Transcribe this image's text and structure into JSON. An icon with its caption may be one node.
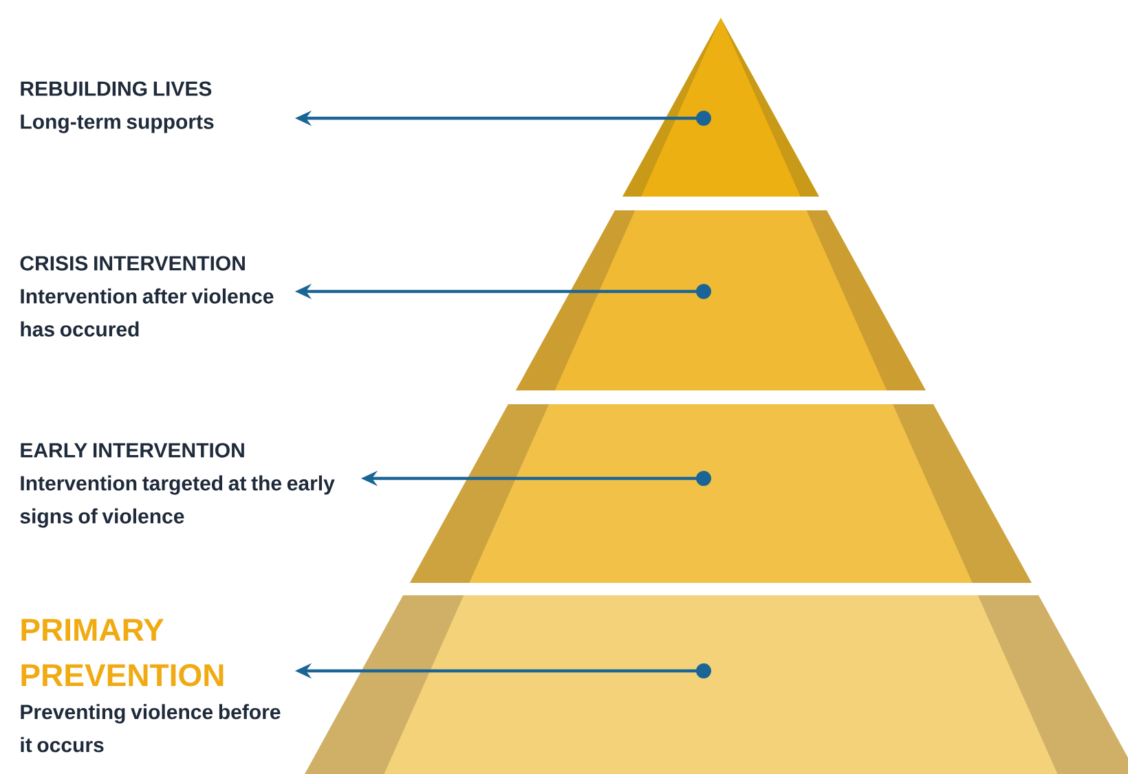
{
  "diagram": {
    "nodes": [
      {
        "text": [
          "REBUILDING LIVES",
          "Long-term supports"
        ]
      },
      {
        "text": [
          "CRISIS INTERVENTION",
          "Intervention after violence has occured"
        ]
      },
      {
        "text": [
          "EARLY INTERVENTION",
          "Intervention targeted at the early signs of violence"
        ]
      },
      {
        "text": [
          "PRIMARY PREVENTION",
          "Preventing violence before it occurs"
        ]
      },
      {
        "text": [],
        "shape": "triangle"
      },
      {
        "text": [],
        "shape": "trapezoid"
      },
      {
        "text": [],
        "shape": "trapezoid"
      },
      {
        "text": [],
        "shape": "trapezoid"
      }
    ],
    "edges": [
      {
        "from": 4,
        "to": 0,
        "arrow": "to"
      },
      {
        "from": 5,
        "to": 1,
        "arrow": "to"
      },
      {
        "from": 6,
        "to": 2,
        "arrow": "to"
      },
      {
        "from": 7,
        "to": 3,
        "arrow": "to"
      }
    ]
  }
}
